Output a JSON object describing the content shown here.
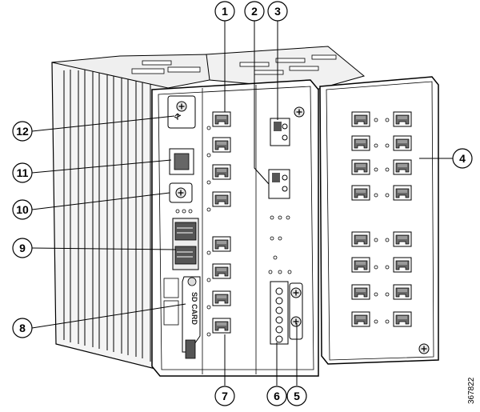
{
  "figure": {
    "image_id": "367822",
    "sd_label": "SD CARD"
  },
  "callouts": [
    {
      "id": "1",
      "label": "1"
    },
    {
      "id": "2",
      "label": "2"
    },
    {
      "id": "3",
      "label": "3"
    },
    {
      "id": "4",
      "label": "4"
    },
    {
      "id": "5",
      "label": "5"
    },
    {
      "id": "6",
      "label": "6"
    },
    {
      "id": "7",
      "label": "7"
    },
    {
      "id": "8",
      "label": "8"
    },
    {
      "id": "9",
      "label": "9"
    },
    {
      "id": "10",
      "label": "10"
    },
    {
      "id": "11",
      "label": "11"
    },
    {
      "id": "12",
      "label": "12"
    }
  ],
  "colors": {
    "outline": "#000000",
    "face": "#ffffff",
    "port": "#5a5a5a",
    "shadow": "#bdbdbd"
  }
}
